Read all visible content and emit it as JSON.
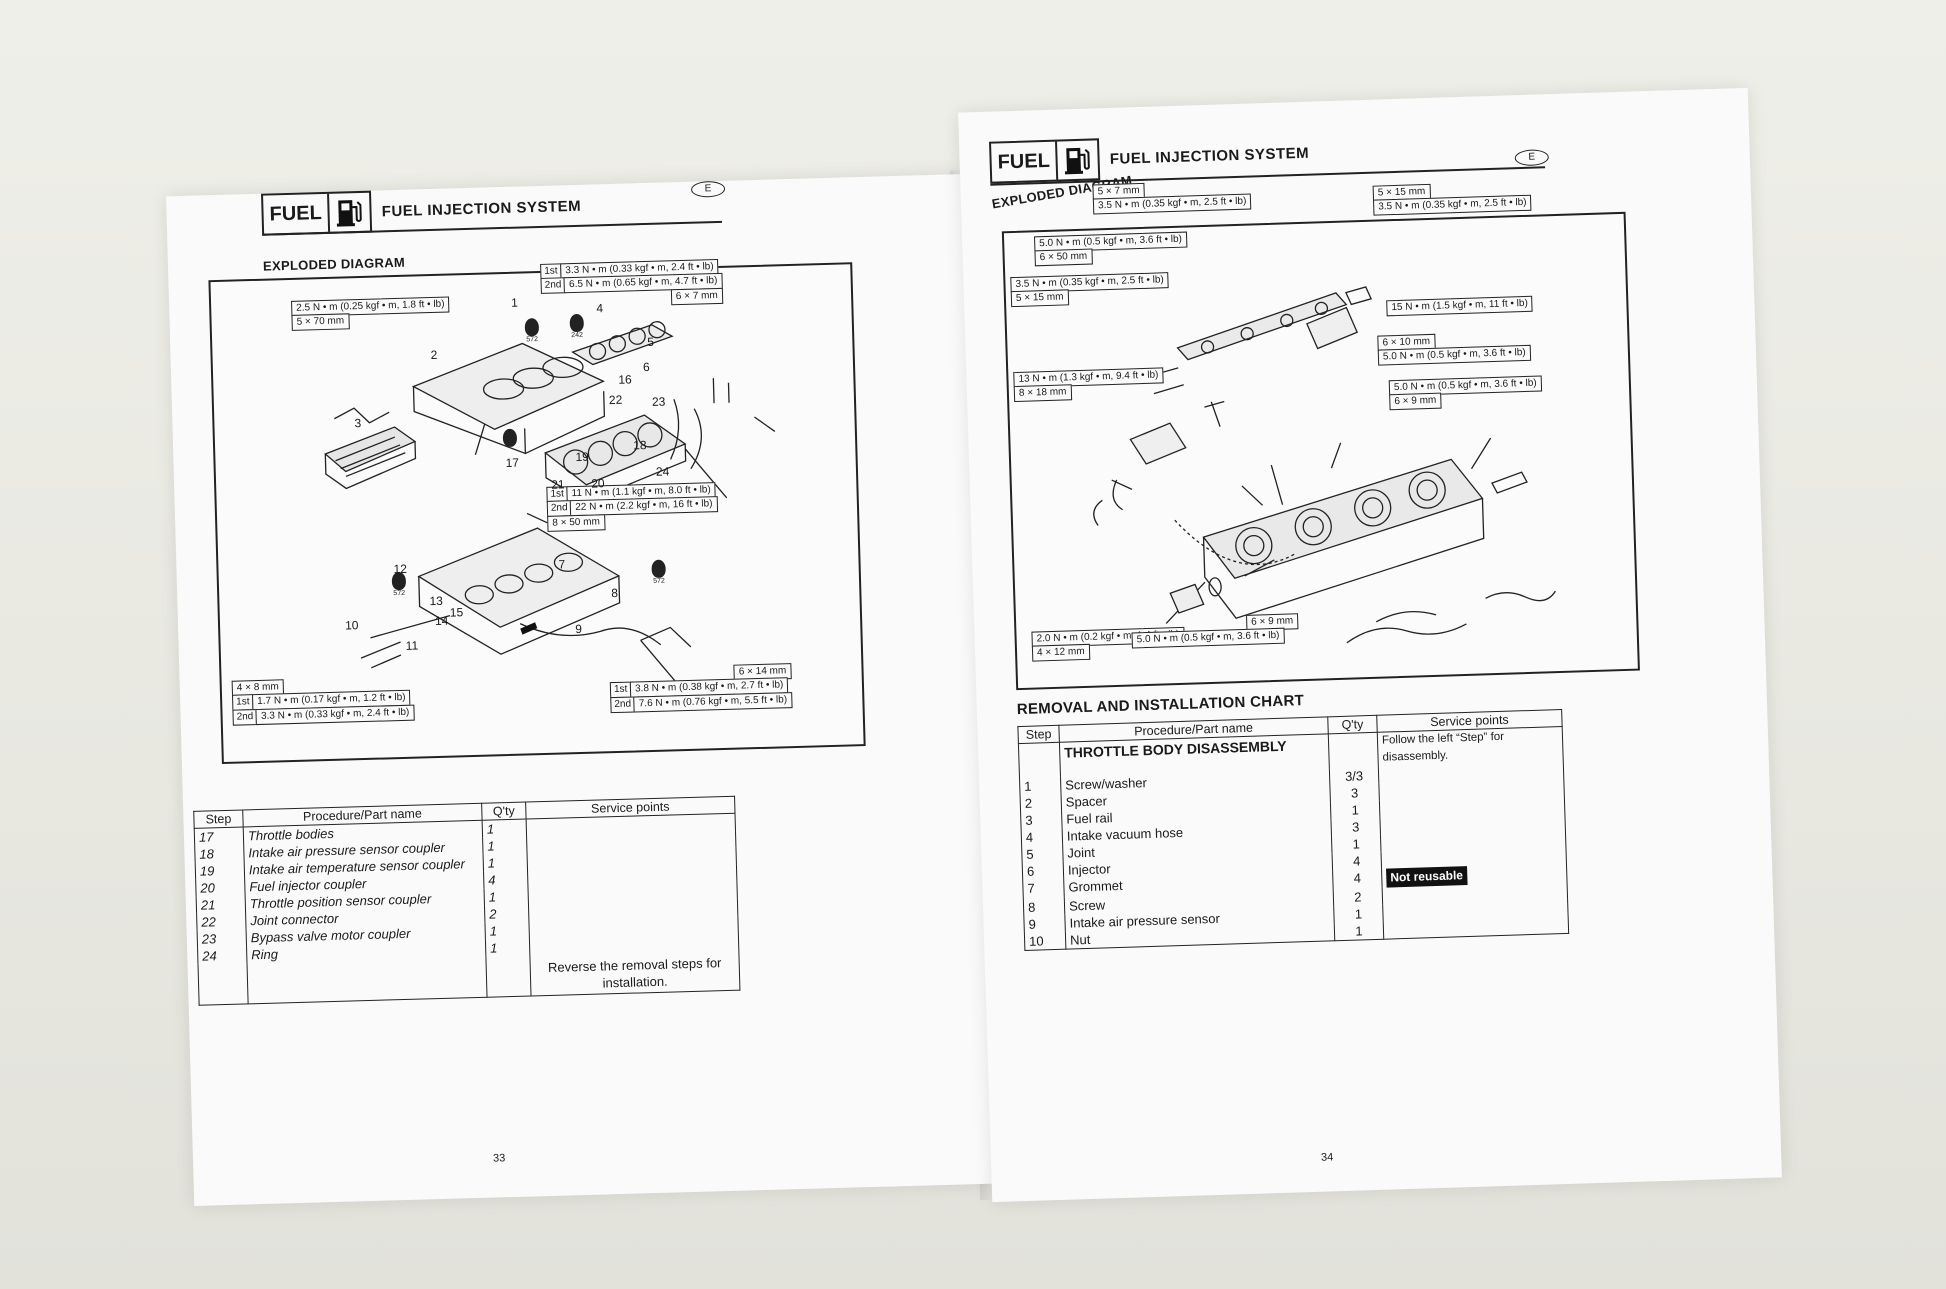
{
  "left": {
    "fuel_label": "FUEL",
    "header_title": "FUEL INJECTION SYSTEM",
    "lang": "E",
    "section": "EXPLODED DIAGRAM",
    "specs": {
      "s1": [
        "2.5 N • m (0.25 kgf • m, 1.8 ft • lb)",
        "5 × 70 mm"
      ],
      "s2": {
        "r1l": "1st",
        "r1": "3.3 N • m (0.33 kgf • m, 2.4 ft • lb)",
        "r2l": "2nd",
        "r2": "6.5 N • m (0.65 kgf • m, 4.7 ft • lb)",
        "r3": "6 × 7 mm"
      },
      "s3": {
        "r1l": "1st",
        "r1": "11 N • m (1.1 kgf • m, 8.0 ft • lb)",
        "r2l": "2nd",
        "r2": "22 N • m (2.2 kgf • m, 16 ft • lb)",
        "r3": "8 × 50 mm"
      },
      "s4": {
        "r0": "4 × 8 mm",
        "r1l": "1st",
        "r1": "1.7 N • m (0.17 kgf • m, 1.2 ft • lb)",
        "r2l": "2nd",
        "r2": "3.3 N • m (0.33 kgf • m, 2.4 ft • lb)"
      },
      "s5": {
        "r0": "6 × 14 mm",
        "r1l": "1st",
        "r1": "3.8 N • m (0.38 kgf • m, 2.7 ft • lb)",
        "r2l": "2nd",
        "r2": "7.6 N • m (0.76 kgf • m, 5.5 ft • lb)"
      }
    },
    "sealant": "572",
    "sealant2": "242",
    "callouts": [
      "1",
      "2",
      "3",
      "4",
      "5",
      "6",
      "16",
      "22",
      "23",
      "17",
      "19",
      "18",
      "21",
      "20",
      "24",
      "12",
      "7",
      "13",
      "15",
      "14",
      "10",
      "11",
      "9",
      "8"
    ],
    "table": {
      "headers": [
        "Step",
        "Procedure/Part name",
        "Q'ty",
        "Service points"
      ],
      "rows": [
        [
          "17",
          "Throttle bodies",
          "1",
          ""
        ],
        [
          "18",
          "Intake air pressure sensor coupler",
          "1",
          ""
        ],
        [
          "19",
          "Intake air temperature sensor coupler",
          "1",
          ""
        ],
        [
          "20",
          "Fuel injector coupler",
          "4",
          ""
        ],
        [
          "21",
          "Throttle position sensor coupler",
          "1",
          ""
        ],
        [
          "22",
          "Joint connector",
          "2",
          ""
        ],
        [
          "23",
          "Bypass valve motor coupler",
          "1",
          ""
        ],
        [
          "24",
          "Ring",
          "1",
          ""
        ]
      ],
      "footer": "Reverse the removal steps for installation."
    },
    "page_number": "33"
  },
  "right": {
    "fuel_label": "FUEL",
    "header_title": "FUEL INJECTION SYSTEM",
    "lang": "E",
    "section": "EXPLODED DIAGRAM",
    "specs": {
      "a": [
        "5 × 7 mm",
        "3.5 N • m (0.35 kgf • m, 2.5 ft • lb)"
      ],
      "b": [
        "5.0 N • m (0.5 kgf • m, 3.6 ft • lb)",
        "6 × 50 mm"
      ],
      "c": [
        "3.5 N • m (0.35 kgf • m, 2.5 ft • lb)",
        "5 × 15 mm"
      ],
      "d": [
        "5 × 15 mm",
        "3.5 N • m (0.35 kgf • m, 2.5 ft • lb)"
      ],
      "e": [
        "15 N • m (1.5 kgf • m, 11 ft • lb)"
      ],
      "f": [
        "6 × 10 mm",
        "5.0 N • m (0.5 kgf • m, 3.6 ft • lb)"
      ],
      "g": [
        "13 N • m (1.3 kgf • m, 9.4 ft • lb)",
        "8 × 18 mm"
      ],
      "h": [
        "5.0 N • m (0.5 kgf • m, 3.6 ft • lb)",
        "6 × 9 mm"
      ],
      "i": [
        "2.0 N • m (0.2 kgf • m, 1.4 ft • lb)",
        "4 × 12 mm"
      ],
      "j": [
        "6 × 9 mm",
        "5.0 N • m (0.5 kgf • m, 3.6 ft • lb)"
      ]
    },
    "section2": "REMOVAL AND INSTALLATION CHART",
    "table": {
      "headers": [
        "Step",
        "Procedure/Part name",
        "Q'ty",
        "Service points"
      ],
      "group_title": "THROTTLE BODY DISASSEMBLY",
      "group_note": "Follow the left “Step” for disassembly.",
      "rows": [
        [
          "1",
          "Screw/washer",
          "3/3",
          ""
        ],
        [
          "2",
          "Spacer",
          "3",
          ""
        ],
        [
          "3",
          "Fuel rail",
          "1",
          ""
        ],
        [
          "4",
          "Intake vacuum hose",
          "3",
          ""
        ],
        [
          "5",
          "Joint",
          "1",
          ""
        ],
        [
          "6",
          "Injector",
          "4",
          ""
        ],
        [
          "7",
          "Grommet",
          "4",
          "Not reusable"
        ],
        [
          "8",
          "Screw",
          "2",
          ""
        ],
        [
          "9",
          "Intake air pressure sensor",
          "1",
          ""
        ],
        [
          "10",
          "Nut",
          "1",
          ""
        ]
      ]
    },
    "page_number": "34"
  }
}
